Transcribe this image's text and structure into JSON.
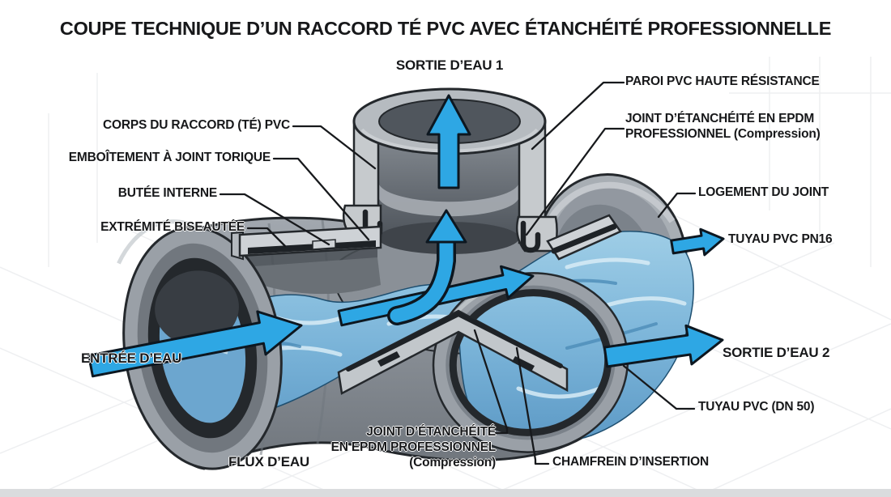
{
  "title": "COUPE TECHNIQUE D’UN RACCORD TÉ PVC AVEC ÉTANCHÉITÉ PROFESSIONNELLE",
  "colors": {
    "arrow_blue": "#2ea7e4",
    "water_blue": "#7db6da",
    "pvc_gray": "#9aa0a7",
    "seal_black": "#1e2226",
    "ink": "#17181a"
  },
  "labels": {
    "sortie1": "SORTIE D’EAU 1",
    "paroi": "PAROI PVC HAUTE RÉSISTANCE",
    "joint_droit": "JOINT D’ÉTANCHÉITÉ EN EPDM\nPROFESSIONNEL (Compression)",
    "logement": "LOGEMENT DU JOINT",
    "tuyau_pn16": "TUYAU PVC PN16",
    "corps": "CORPS DU RACCORD (TÉ) PVC",
    "emboitement": "EMBOÎTEMENT À JOINT TORIQUE",
    "butee": "BUTÉE INTERNE",
    "extremite": "EXTRÉMITÉ BISEAUTÉE",
    "entree": "ENTRÉE D’EAU",
    "sortie2": "SORTIE D’EAU 2",
    "tuyau_dn50": "TUYAU PVC (DN 50)",
    "chamfrein": "CHAMFREIN D’INSERTION",
    "flux": "FLUX D’EAU",
    "joint_bas": "JOINT D’ÉTANCHÉITÉ\nEN EPDM PROFESSIONNEL\n(Compression)"
  }
}
